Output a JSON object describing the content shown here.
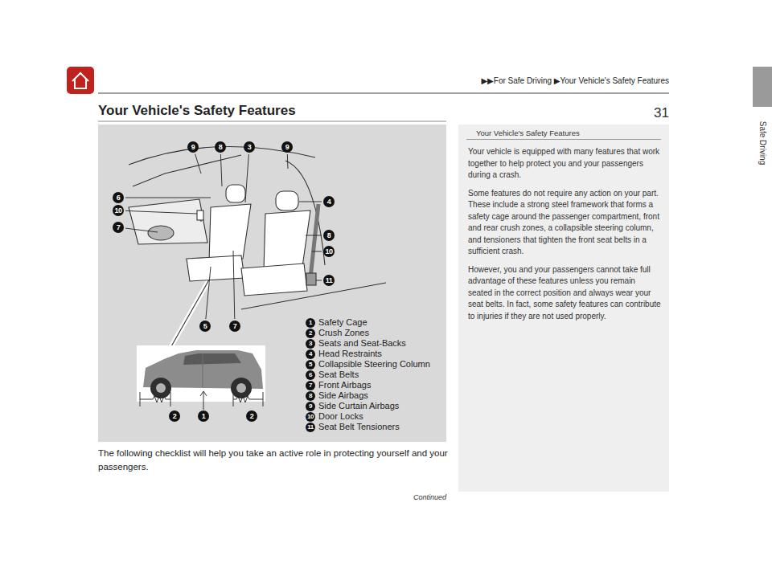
{
  "diagram": {
    "title": "Your Vehicle's Safety Features",
    "nodes": [
      {
        "text": [
          "Your Vehicle's Safety Features",
          "Your vehicle is equipped with many features that work together to help protect you and your passengers during a crash.",
          "Some features do not require any action on your part. These include a strong steel framework that forms a safety cage around the passenger compartment, front and rear crush zones, a collapsible steering column, and tensioners that tighten the front seat belts in a sufficient crash.",
          "However, you and your passengers cannot take full advantage of these features unless you remain seated in the correct position and always wear your seat belts. In fact, some safety features can contribute to injuries if they are not used properly."
        ]
      }
    ],
    "labels": [
      "▶▶For Safe Driving ▶Your Vehicle's Safety Features",
      "31",
      "Safe Driving",
      "9",
      "8",
      "3",
      "9",
      "6",
      "10",
      "7",
      "4",
      "8",
      "10",
      "11",
      "5",
      "7",
      "2",
      "1",
      "2",
      "1",
      "Safety Cage",
      "2",
      "Crush Zones",
      "3",
      "Seats and Seat-Backs",
      "4",
      "Head Restraints",
      "5",
      "Collapsible Steering Column",
      "6",
      "Seat Belts",
      "7",
      "Front Airbags",
      "8",
      "Side Airbags",
      "9",
      "Side Curtain Airbags",
      "10",
      "Door Locks",
      "11",
      "Seat Belt Tensioners",
      "The following checklist will help you take an active role in protecting yourself and your passengers.",
      "Continued"
    ]
  }
}
